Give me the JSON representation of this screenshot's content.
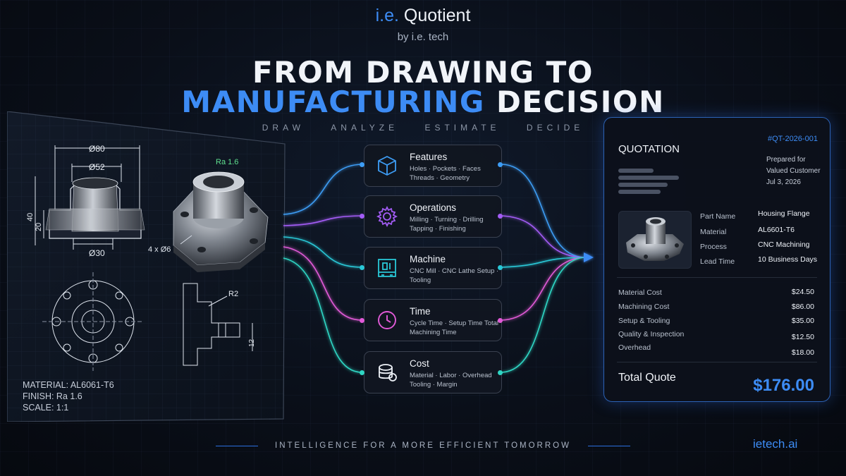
{
  "header": {
    "brand_prefix": "i.e.",
    "brand_name": " Quotient",
    "byline": "by i.e. tech",
    "title_line1": "FROM DRAWING TO",
    "title_highlight": "MANUFACTURING",
    "title_rest": " DECISION",
    "steps": [
      "DRAW",
      "ANALYZE",
      "ESTIMATE",
      "DECIDE"
    ]
  },
  "drawing": {
    "dims": [
      "Ø80",
      "Ø52",
      "Ø30",
      "40",
      "20",
      "R2",
      "12"
    ],
    "surface_finish": "Ra 1.6",
    "holes": "4 x Ø6",
    "notes": [
      "MATERIAL: AL6061-T6",
      "FINISH: Ra 1.6",
      "SCALE: 1:1"
    ]
  },
  "nodes": [
    {
      "title": "Features",
      "desc": "Holes · Pockets · Faces Threads · Geometry",
      "icon": "cube-icon",
      "color": "#3d9df5"
    },
    {
      "title": "Operations",
      "desc": "Milling · Turning · Drilling Tapping · Finishing",
      "icon": "gear-icon",
      "color": "#a35cf5"
    },
    {
      "title": "Machine",
      "desc": "CNC Mill · CNC Lathe Setup · Tooling",
      "icon": "machine-icon",
      "color": "#29c7d6"
    },
    {
      "title": "Time",
      "desc": "Cycle Time · Setup Time Total Machining Time",
      "icon": "clock-icon",
      "color": "#e25ad8"
    },
    {
      "title": "Cost",
      "desc": "Material · Labor · Overhead Tooling · Margin",
      "icon": "coins-icon",
      "color": "#2fd6c4"
    }
  ],
  "quote": {
    "title": "QUOTATION",
    "number": "#QT-2026-001",
    "prepared_for": [
      "Prepared for",
      "Valued Customer",
      "Jul 3, 2026"
    ],
    "details": [
      {
        "label": "Part Name",
        "value": "Housing Flange"
      },
      {
        "label": "Material",
        "value": "AL6601-T6"
      },
      {
        "label": "Process",
        "value": "CNC Machining"
      },
      {
        "label": "Lead Time",
        "value": "10 Business Days"
      }
    ],
    "costs": [
      {
        "label": "Material Cost",
        "value": "$24.50"
      },
      {
        "label": "Machining Cost",
        "value": "$86.00"
      },
      {
        "label": "Setup & Tooling",
        "value": "$35.00"
      },
      {
        "label": "Quality & Inspection",
        "value": "$12.50"
      },
      {
        "label": "Overhead",
        "value": "$18.00"
      }
    ],
    "total_label": "Total Quote",
    "total_value": "$176.00"
  },
  "footer": {
    "tagline": "INTELLIGENCE FOR A MORE EFFICIENT TOMORROW",
    "site": "ietech.ai"
  },
  "colors": {
    "accent": "#3d8cf5",
    "background": "#0a0f19"
  }
}
